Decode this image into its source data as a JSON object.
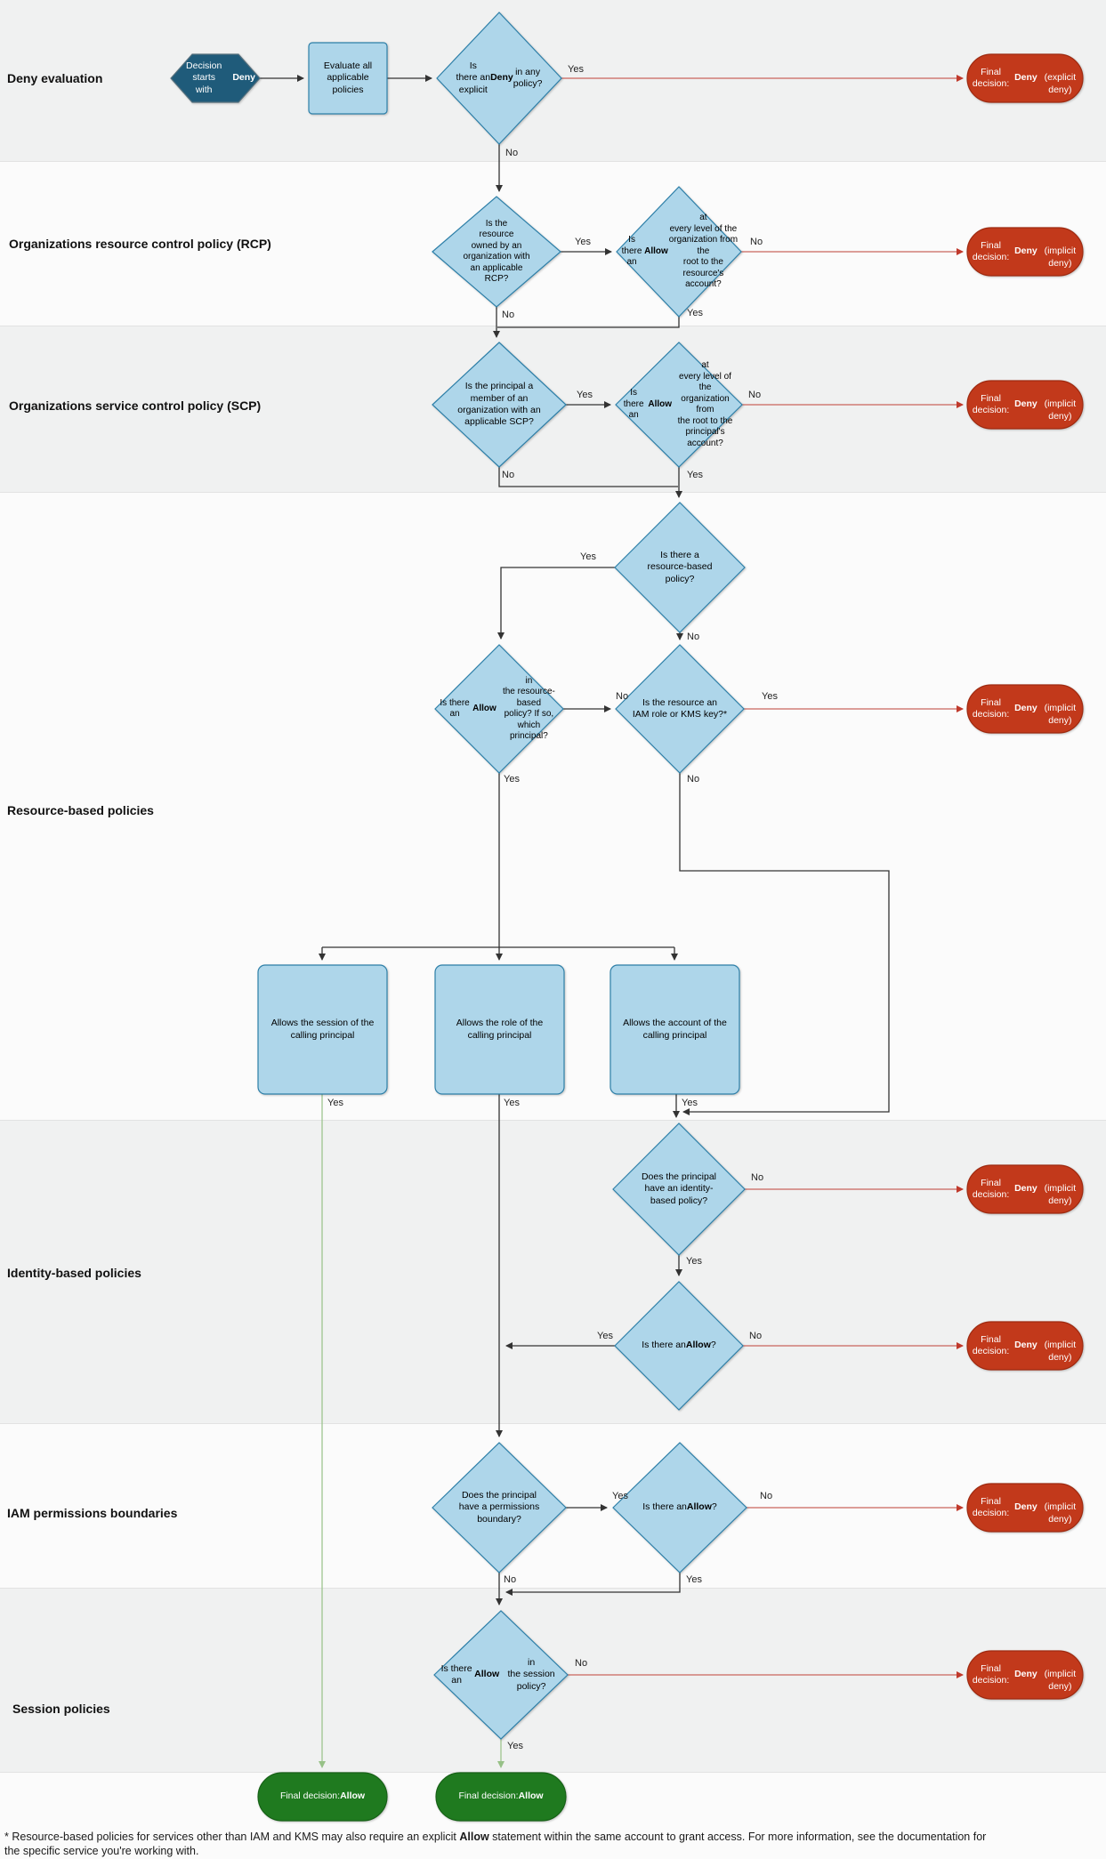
{
  "wording": {
    "yes": "Yes",
    "no": "No"
  },
  "sections": [
    {
      "label": "Deny evaluation"
    },
    {
      "label": "Organizations resource control policy (RCP)"
    },
    {
      "label": "Organizations service control policy (SCP)"
    },
    {
      "label": "Resource-based policies"
    },
    {
      "label": "Identity-based policies"
    },
    {
      "label": "IAM permissions boundaries"
    },
    {
      "label": "Session policies"
    }
  ],
  "nodes": {
    "start": "Decision starts\nwith **Deny**",
    "evaluate": "Evaluate all\napplicable\npolicies",
    "explicit_deny": "Is\nthere an\nexplicit **Deny** in any\npolicy?",
    "rcp_applicable": "Is the\nresource\nowned by an\norganization with\nan applicable\nRCP?",
    "rcp_allow": "Is there\nan **Allow** at\nevery level of the\norganization from the\nroot to the\nresource's\naccount?",
    "scp_member": "Is the principal a\nmember of an\norganization with an\napplicable SCP?",
    "scp_allow": "Is there\nan **Allow** at\nevery level of the\norganization from\nthe root to the\nprincipal's\naccount?",
    "rbp_exists": "Is there a\nresource-based\npolicy?",
    "rbp_allow": "Is there an\n**Allow** in\nthe resource-based\npolicy? If so, which\nprincipal?",
    "iam_kms": "Is the resource an\nIAM role or KMS key?*",
    "box_session": "Allows the session of the\ncalling principal",
    "box_role": "Allows the role of the\ncalling principal",
    "box_account": "Allows the account of the\ncalling principal",
    "identity_exists": "Does the principal\nhave an identity-\nbased policy?",
    "identity_allow": "Is there an **Allow**?",
    "boundary_exists": "Does the principal\nhave a permissions\nboundary?",
    "boundary_allow": "Is there an **Allow**?",
    "session_allow": "Is there an **Allow** in\nthe session policy?"
  },
  "terminals": {
    "deny_explicit": "Final decision:\n**Deny**\n(explicit deny)",
    "deny_implicit": "Final decision:\n**Deny**\n(implicit deny)",
    "allow_final": "Final decision:\n**Allow**"
  },
  "footnote": "* Resource-based policies for services other than IAM and KMS may also require an explicit **Allow** statement within the same account to grant access. For more information, see the documentation for\nthe specific service you're working with.",
  "colors": {
    "node_fill": "#aed6ea",
    "node_stroke": "#2d7fa8",
    "start_fill": "#1f5b7a",
    "deny_fill": "#c2391b",
    "allow_fill": "#1f7a1f",
    "edge_black": "#333333",
    "edge_deny": "#c9655c",
    "edge_allow": "#97c187",
    "band_gray": "#f0f1f1",
    "band_white": "#fbfbfb"
  }
}
